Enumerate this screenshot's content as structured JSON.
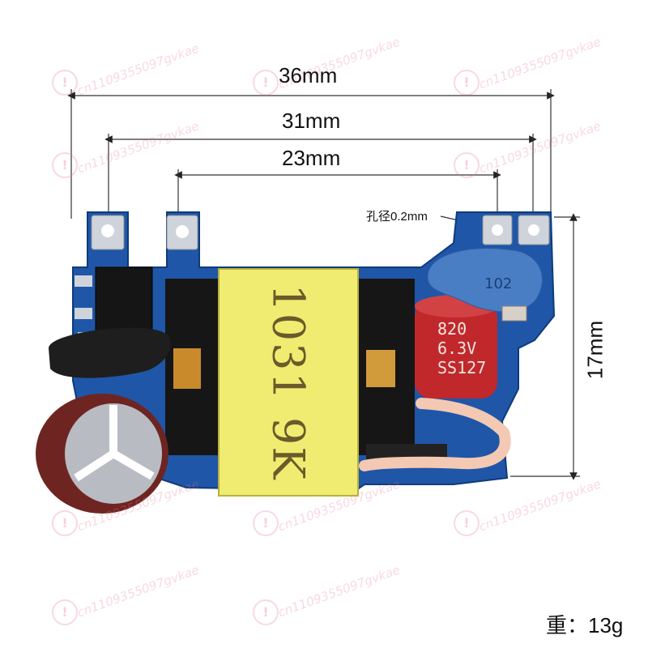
{
  "dimensions": {
    "width_total": "36mm",
    "width_mid": "31mm",
    "width_inner": "23mm",
    "height": "17mm",
    "hole_diameter": "孔径0.2mm"
  },
  "weight": "重：13g",
  "transformer_marking": "1031 9K",
  "cap_small_text": [
    "820",
    "6.3V",
    "SS127"
  ],
  "cap_blue_text": "102",
  "watermark_text": "cn1109355097gvkae",
  "colors": {
    "pcb": "#1f56a8",
    "transformer": "#f0ec72",
    "cap_red": "#c0282c",
    "cap_brown": "#7a2a26",
    "cap_blue": "#4a7ec4"
  }
}
